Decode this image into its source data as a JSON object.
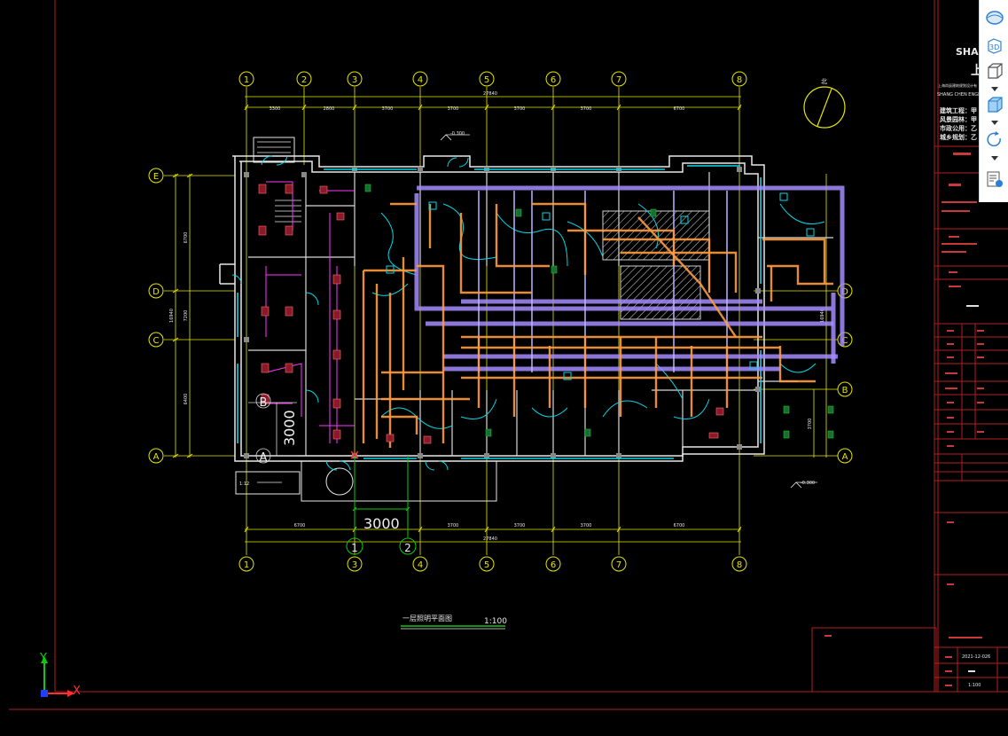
{
  "drawing": {
    "grid_top": [
      "1",
      "2",
      "3",
      "4",
      "5",
      "6",
      "7",
      "8"
    ],
    "grid_bottom": [
      "1",
      "3",
      "4",
      "5",
      "6",
      "7",
      "8"
    ],
    "grid_rows_left": [
      "E",
      "D",
      "C",
      "A"
    ],
    "grid_rows_right": [
      "D",
      "C",
      "B",
      "A"
    ],
    "dims_top": [
      "3300",
      "2800",
      "3700",
      "3700",
      "3700",
      "3700",
      "6700"
    ],
    "dims_bottom": [
      "6700",
      "3700",
      "3700",
      "3700",
      "6700"
    ],
    "total_top": "27840",
    "total_bottom": "27840",
    "dims_left": [
      "6700",
      "7200",
      "6400"
    ],
    "overall_left": "16940",
    "dims_right": [
      "16940",
      "3700"
    ],
    "level_top": "-0.300",
    "level_right": "-0.300",
    "level_left_bottom": "1:12",
    "north_label": "北",
    "drawing_title": "一层照明平面图",
    "scale": "1:100",
    "dyn_dim_horizontal": "3000",
    "dyn_dim_vertical": "3000",
    "temp_grid_1": "1",
    "temp_grid_2": "2",
    "room_tag_a": "A",
    "room_tag_b": "B"
  },
  "title_block": {
    "company_short": "SHA",
    "company_cn": "上",
    "company_line": "上海尚辰建筑规划设计有",
    "company_en": "SHANG CHEN ENGINEE",
    "qual_1": "建筑工程：甲",
    "qual_2": "风景园林：甲",
    "qual_3": "市政公用：乙",
    "qual_4": "城乡规划：乙",
    "date": "2021-12-026",
    "scale_value": "1:100"
  },
  "toolbar": {
    "buttons": [
      {
        "name": "view-cube-icon"
      },
      {
        "name": "3d-view-icon",
        "label": "3D"
      },
      {
        "name": "wireframe-box-icon"
      },
      {
        "name": "shaded-box-icon"
      },
      {
        "name": "orbit-icon"
      },
      {
        "name": "properties-icon"
      }
    ],
    "accent": "#2b7fd4"
  },
  "ucs": {
    "x_label": "X",
    "y_label": "Y"
  },
  "colors": {
    "background": "#000000",
    "frame_red": "#b3201f",
    "grid_yellow": "#e6e600",
    "wall_white": "#e8e8e8",
    "cyan": "#00d8e8",
    "orange": "#ff9a3c",
    "purple": "#a48cff",
    "magenta": "#ff37ff",
    "green": "#11c811"
  }
}
